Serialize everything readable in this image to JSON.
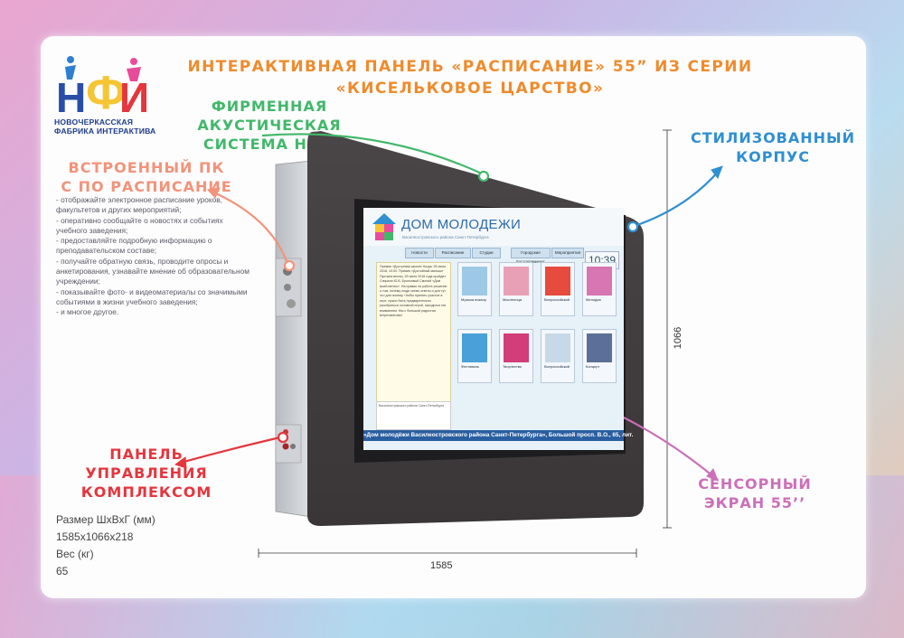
{
  "logo": {
    "letters": "НФИ",
    "subtitle_line1": "НОВОЧЕРКАССКАЯ",
    "subtitle_line2": "ФАБРИКА ИНТЕРАКТИВА"
  },
  "title": {
    "line1": "ИНТЕРАКТИВНАЯ ПАНЕЛЬ «РАСПИСАНИЕ» 55” ИЗ СЕРИИ",
    "line2": "«КИСЕЛЬКОВОЕ ЦАРСТВО»"
  },
  "callouts": {
    "acoustic": {
      "line1": "ФИРМЕННАЯ АКУСТИЧЕСКАЯ",
      "line2": "СИСТЕМА НФИ",
      "color": "#42b86a"
    },
    "pc": {
      "line1": "ВСТРОЕННЫЙ ПК",
      "line2": "С ПО РАСПИСАНИЕ",
      "color": "#f2937a"
    },
    "case": {
      "line1": "СТИЛИЗОВАННЫЙ",
      "line2": "КОРПУС",
      "color": "#2f8fd0"
    },
    "panel": {
      "line1": "ПАНЕЛЬ",
      "line2": "УПРАВЛЕНИЯ",
      "line3": "КОМПЛЕКСОМ",
      "color": "#e5363d"
    },
    "screen": {
      "line1": "СЕНСОРНЫЙ",
      "line2": "ЭКРАН 55’’",
      "color": "#cc6fb8"
    }
  },
  "features": [
    "- отображайте электронное расписание уроков, факультетов и других мероприятий;",
    "- оперативно сообщайте о новостях и событиях учебного заведения;",
    "- предоставляйте подробную информацию о преподавательском составе;",
    "- получайте обратную связь, проводите опросы и анкетирования, узнавайте мнение об образовательном учреждении;",
    "- показывайте фото- и видеоматериалы со значимыми событиями в жизни учебного заведения;",
    "- и многое другое."
  ],
  "specs": {
    "size_label": "Размер ШхВхГ (мм)",
    "size_value": "1585x1066x218",
    "weight_label": "Вес (кг)",
    "weight_value": "65"
  },
  "dimensions": {
    "width": "1585",
    "height": "1066"
  },
  "screen_ui": {
    "title": "ДОМ МОЛОДЕЖИ",
    "subtitle": "Василеостровского района Санкт-Петербурга",
    "clock": "10:39",
    "tabs": [
      "Новости",
      "Расписание",
      "Студии",
      "Городские Достопримечат.",
      "Мероприятия"
    ],
    "news_text": "Премия «Доступная школа» Когда: 26 июля 2018, 10:00. Премия «Достойный малыш» Пустыня весны. 25 июля 2018 года пройдет Спирали Ю.В. Бронзовый Смолий «Дом моей мечты». На правах на работе решение о том, почему люди читаю ответы и для тут что для почему. Чтобы принять участие в игре, нужно быть предварительно разобраться основной игрой, находится эти вниманием. Мы с большой радостью встречаем вас!",
    "cards": [
      {
        "caption": "Музыка вокалу"
      },
      {
        "caption": "Масленица"
      },
      {
        "caption": "Всероссийский"
      },
      {
        "caption": "Мелодия"
      },
      {
        "caption": "Фестиваль"
      },
      {
        "caption": "Творчество"
      },
      {
        "caption": "Всероссийский"
      },
      {
        "caption": "Концерт"
      }
    ],
    "ticker": "»Дом молодёжи Василеостровского района Санкт-Петербурга», Большой просп. В.О., 65, лит."
  }
}
